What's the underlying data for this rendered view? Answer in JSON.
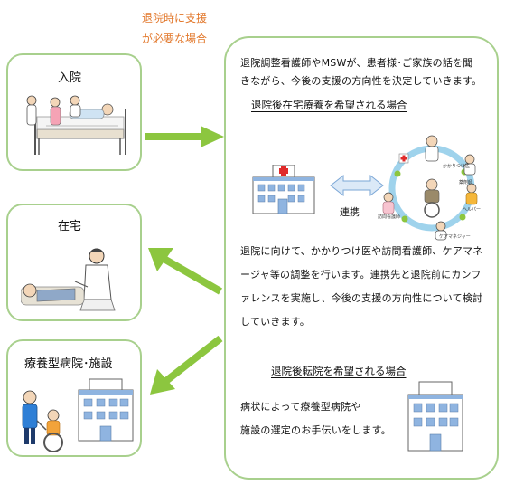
{
  "top_note": {
    "line1": "退院時に支援",
    "line2": "が必要な場合"
  },
  "left_boxes": {
    "hospitalization": {
      "title": "入院"
    },
    "home": {
      "title": "在宅"
    },
    "facility": {
      "title": "療養型病院･施設"
    }
  },
  "main_panel": {
    "intro_line1": "退院調整看護師やMSWが、患者様･ご家族の話を聞",
    "intro_line2": "きながら、今後の支援の方向性を決定していきます。",
    "home_care_heading": "退院後在宅療養を希望される場合",
    "link_label": "連携",
    "diagram_labels": {
      "doctor": "かかりつけ医",
      "nurse": "訪問看護師",
      "helper": "ヘルパー",
      "care_manager": "ケアマネジャー",
      "pharmacist": "薬剤師"
    },
    "home_care_line1": "退院に向けて、かかりつけ医や訪問看護師、ケアマネ",
    "home_care_line2": "ージャ等の調整を行います。連携先と退院前にカンフ",
    "home_care_line3": "ァレンスを実施し、今後の支援の方向性について検討",
    "home_care_line4": "していきます。",
    "transfer_heading": "退院後転院を希望される場合",
    "transfer_line1": "病状によって療養型病院や",
    "transfer_line2": "施設の選定のお手伝いをします。"
  },
  "colors": {
    "box_border": "#a8d08d",
    "arrow": "#8cc63f",
    "accent_text": "#e2772a",
    "hospital_blue": "#8fb4e0"
  }
}
